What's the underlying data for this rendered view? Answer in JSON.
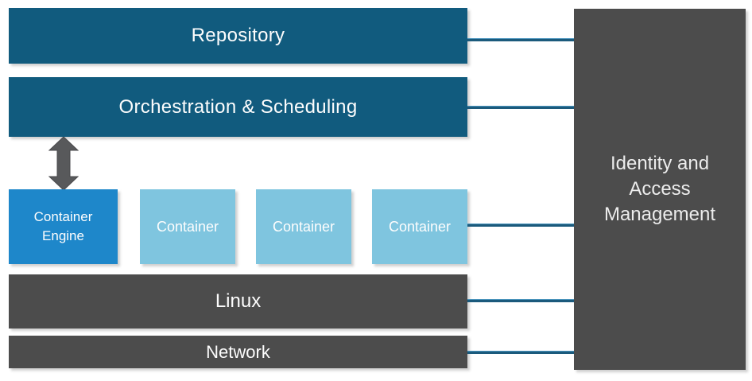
{
  "diagram": {
    "description": "Container platform architecture stack diagram",
    "colors": {
      "pageBg": "#ffffff",
      "barTeal": "#115b7e",
      "engineBlue": "#1e87ca",
      "containerBlue": "#7fc5df",
      "darkGray": "#4c4c4c",
      "arrowGray": "#58595b",
      "connector": "#1b5a7c",
      "textLight": "#fdfdfd"
    },
    "layers": {
      "repository": {
        "label": "Repository"
      },
      "orchestration": {
        "label": "Orchestration & Scheduling"
      },
      "container_engine": {
        "label": "Container Engine"
      },
      "containers": [
        {
          "label": "Container"
        },
        {
          "label": "Container"
        },
        {
          "label": "Container"
        }
      ],
      "linux": {
        "label": "Linux"
      },
      "network": {
        "label": "Network"
      },
      "iam": {
        "label": "Identity and Access Management",
        "lines": [
          "Identity and",
          "Access",
          "Management"
        ]
      }
    },
    "connectors": {
      "count": 5,
      "connects": "left stack layers to Identity and Access Management"
    },
    "arrow": {
      "meaning": "bidirectional link between Orchestration & Scheduling and Container Engine"
    }
  }
}
